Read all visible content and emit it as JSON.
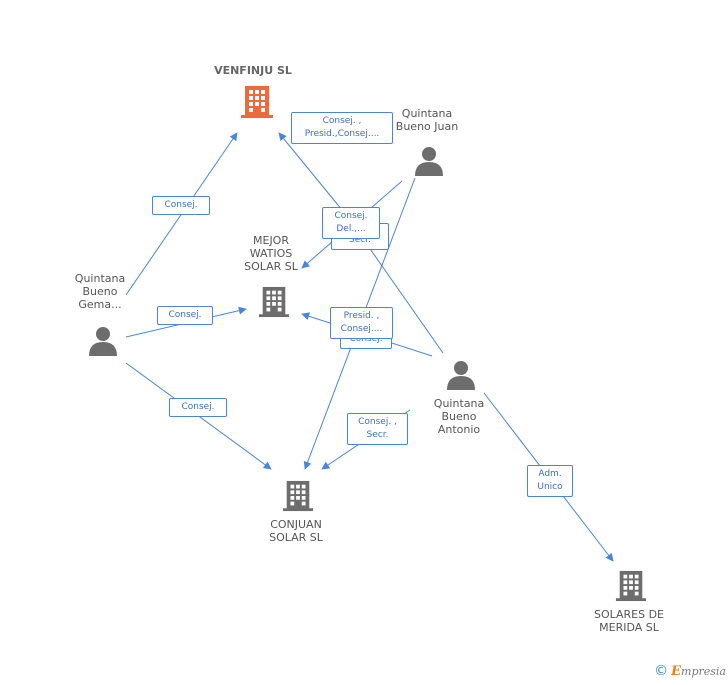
{
  "colors": {
    "edge": "#4a86d8",
    "company_main": "#ef6a3a",
    "company": "#6d6d6d",
    "person": "#6d6d6d"
  },
  "nodes": {
    "venfinju": {
      "name": "VENFINJU SL",
      "type": "company-main",
      "icon": "building-icon"
    },
    "mejor_watios": {
      "name": "MEJOR\nWATIOS\nSOLAR SL",
      "type": "company",
      "icon": "building-icon"
    },
    "conjuan": {
      "name": "CONJUAN\nSOLAR SL",
      "type": "company",
      "icon": "building-icon"
    },
    "solares_merida": {
      "name": "SOLARES DE\nMERIDA SL",
      "type": "company",
      "icon": "building-icon"
    },
    "qb_juan": {
      "name": "Quintana\nBueno Juan",
      "type": "person",
      "icon": "person-icon"
    },
    "qb_gema": {
      "name": "Quintana\nBueno\nGema...",
      "type": "person",
      "icon": "person-icon"
    },
    "qb_antonio": {
      "name": "Quintana\nBueno\nAntonio",
      "type": "person",
      "icon": "person-icon"
    }
  },
  "edges": [
    {
      "id": "gema-venfinju",
      "label": "Consej."
    },
    {
      "id": "gema-mejor",
      "label": "Consej."
    },
    {
      "id": "gema-conjuan",
      "label": "Consej."
    },
    {
      "id": "juan-venfinju",
      "label": "Consej. ,\nPresid.,Consej...."
    },
    {
      "id": "juan-mejor",
      "label": "Consej.\nDel.,..."
    },
    {
      "id": "juan-conjuan",
      "label": "Secr."
    },
    {
      "id": "antonio-venfinju",
      "label": ""
    },
    {
      "id": "antonio-mejor-a",
      "label": "Presid. ,\nConsej...."
    },
    {
      "id": "antonio-mejor-b",
      "label": "Consej."
    },
    {
      "id": "antonio-conjuan",
      "label": "Consej. ,\nSecr."
    },
    {
      "id": "antonio-merida",
      "label": "Adm.\nUnico"
    }
  ],
  "footer": {
    "copyright": "©",
    "brand_e": "E",
    "brand_rest": "mpresia"
  }
}
